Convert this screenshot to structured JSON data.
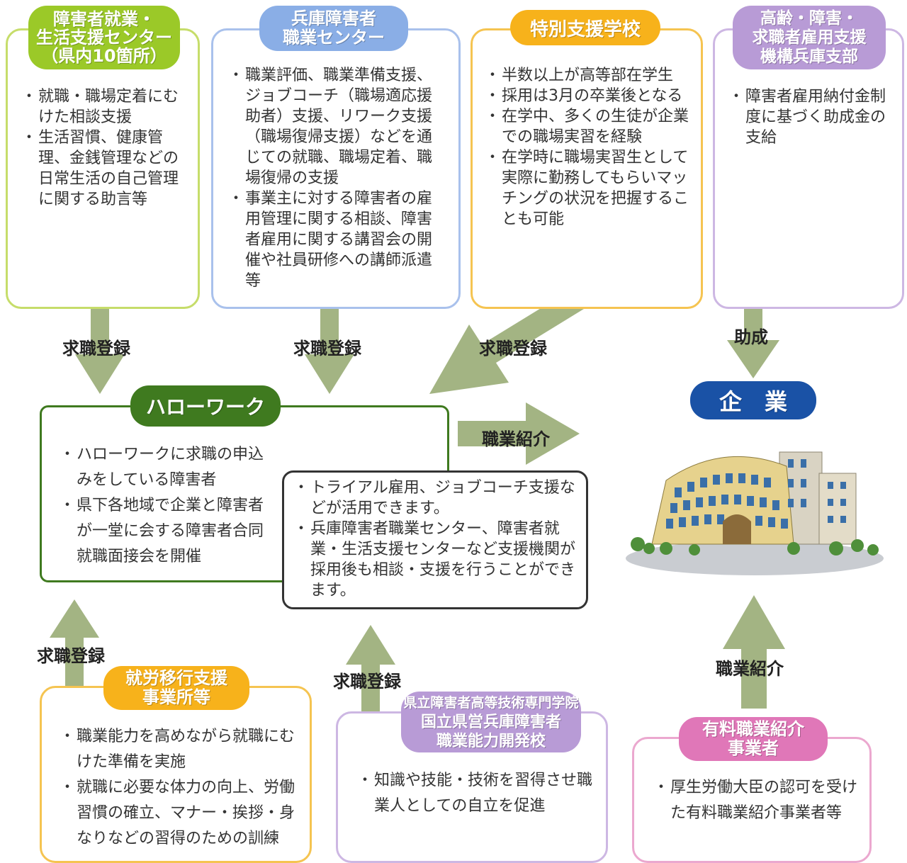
{
  "colors": {
    "arrow": "#a3b483",
    "green_pill": "#9bc928",
    "blue_pill": "#8aaee6",
    "orange_pill": "#f7b21b",
    "purple_pill": "#b89bd6",
    "hellowork": "#3f7a1f",
    "kigyo": "#1a52a6",
    "pink_pill": "#e077b8"
  },
  "top_boxes": [
    {
      "title_lines": [
        "障害者就業・",
        "生活支援センター",
        "（県内10箇所）"
      ],
      "items": [
        "就職・職場定着にむけた相談支援",
        "生活習慣、健康管理、金銭管理などの日常生活の自己管理に関する助言等"
      ]
    },
    {
      "title_lines": [
        "兵庫障害者",
        "職業センター"
      ],
      "items": [
        "職業評価、職業準備支援、ジョブコーチ（職場適応援助者）支援、リワーク支援（職場復帰支援）などを通じての就職、職場定着、職場復帰の支援",
        "事業主に対する障害者の雇用管理に関する相談、障害者雇用に関する講習会の開催や社員研修への講師派遣等"
      ]
    },
    {
      "title_lines": [
        "特別支援学校"
      ],
      "items": [
        "半数以上が高等部在学生",
        "採用は3月の卒業後となる",
        "在学中、多くの生徒が企業での職場実習を経験",
        "在学時に職場実習生として実際に勤務してもらいマッチングの状況を把握することも可能"
      ]
    },
    {
      "title_lines": [
        "高齢・障害・",
        "求職者雇用支援",
        "機構兵庫支部"
      ],
      "items": [
        "障害者雇用納付金制度に基づく助成金の支給"
      ]
    }
  ],
  "hellowork": {
    "title": "ハローワーク",
    "items": [
      "ハローワークに求職の申込みをしている障害者",
      "県下各地域で企業と障害者が一堂に会する障害者合同就職面接会を開催"
    ]
  },
  "support_note": {
    "items": [
      "トライアル雇用、ジョブコーチ支援などが活用できます。",
      "兵庫障害者職業センター、障害者就業・生活支援センターなど支援機関が採用後も相談・支援を行うことができます。"
    ]
  },
  "kigyo": {
    "title": "企　業"
  },
  "arrow_labels": {
    "kyushoku1": "求職登録",
    "kyushoku2": "求職登録",
    "kyushoku3": "求職登録",
    "josei": "助成",
    "shokai_main": "職業紹介",
    "kyushoku4": "求職登録",
    "kyushoku5": "求職登録",
    "shokai_bottom": "職業紹介"
  },
  "bottom_boxes": [
    {
      "title_lines": [
        "就労移行支援",
        "事業所等"
      ],
      "items": [
        "職業能力を高めながら就職にむけた準備を実施",
        "就職に必要な体力の向上、労働習慣の確立、マナー・挨拶・身なりなどの習得のための訓練"
      ]
    },
    {
      "title_lines": [
        "県立障害者高等技術専門学院",
        "国立県営兵庫障害者",
        "職業能力開発校"
      ],
      "items": [
        "知識や技能・技術を習得させ職業人としての自立を促進"
      ]
    },
    {
      "title_lines": [
        "有料職業紹介",
        "事業者"
      ],
      "items": [
        "厚生労働大臣の認可を受けた有料職業紹介事業者等"
      ]
    }
  ]
}
